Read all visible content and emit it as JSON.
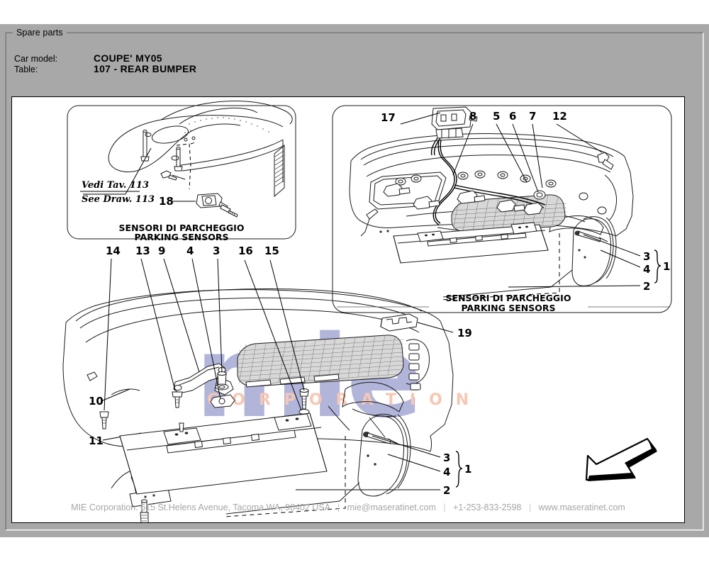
{
  "window": {
    "groupbox_title": "Spare parts"
  },
  "meta": {
    "car_model_label": "Car model:",
    "car_model_value": "COUPE' MY05",
    "table_label": "Table:",
    "table_value": "107 - REAR BUMPER"
  },
  "inset": {
    "ref_it": "Vedi Tav. 113",
    "ref_en": "See Draw. 113",
    "caption_it": "SENSORI DI PARCHEGGIO",
    "caption_en": "PARKING SENSORS",
    "callout_18": "18"
  },
  "upper_right": {
    "caption_it": "SENSORI DI PARCHEGGIO",
    "caption_en": "PARKING SENSORS",
    "callouts": [
      "17",
      "8",
      "5",
      "6",
      "7",
      "12"
    ],
    "bracket": {
      "items": [
        "3",
        "4",
        "2"
      ],
      "group": "1"
    }
  },
  "main": {
    "callouts_top": [
      "14",
      "13",
      "9",
      "4",
      "3",
      "16",
      "15"
    ],
    "callouts_left": [
      "10",
      "11"
    ],
    "callout_19": "19",
    "bracket": {
      "items": [
        "3",
        "4",
        "2"
      ],
      "group": "1"
    }
  },
  "watermark": {
    "brand": "mie",
    "subtitle": "CORPORATION",
    "brand_color": "#b2b5da",
    "subtitle_color": "#f6c7b3"
  },
  "footer": {
    "address": "MIE Corporation. 615 St.Helens Avenue, Tacoma WA, 98402 USA",
    "email": "mie@maseratinet.com",
    "phone": "+1-253-833-2598",
    "website": "www.maseratinet.com",
    "separator": "|"
  }
}
